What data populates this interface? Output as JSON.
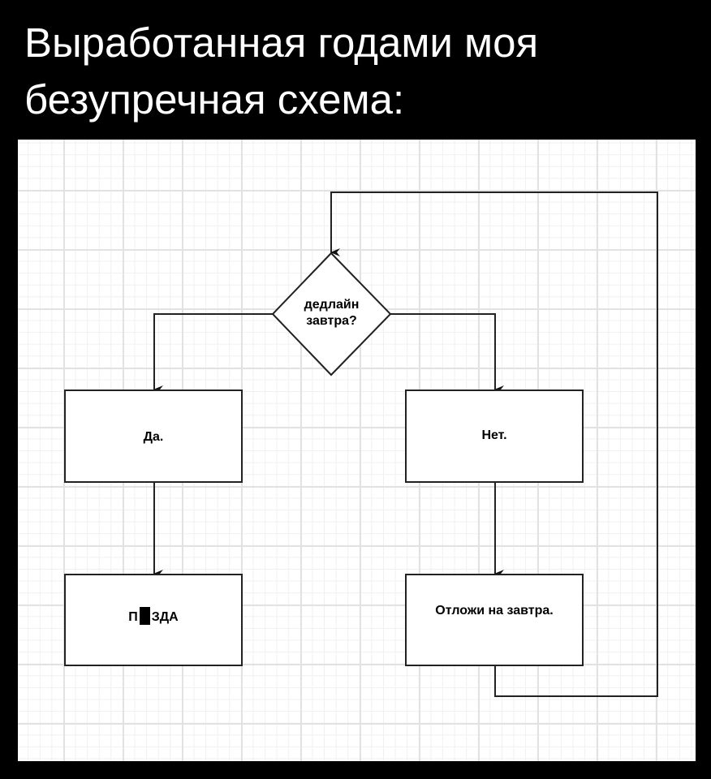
{
  "title": {
    "line1": "Выработанная годами моя",
    "line2": "безупречная схема:"
  },
  "diagram": {
    "decision": {
      "line1": "дедлайн",
      "line2": "завтра?"
    },
    "yes_box": "Да.",
    "no_box": "Нет.",
    "result_box": {
      "prefix": "П",
      "suffix": "ЗДА"
    },
    "postpone_box": "Отложи на завтра."
  }
}
